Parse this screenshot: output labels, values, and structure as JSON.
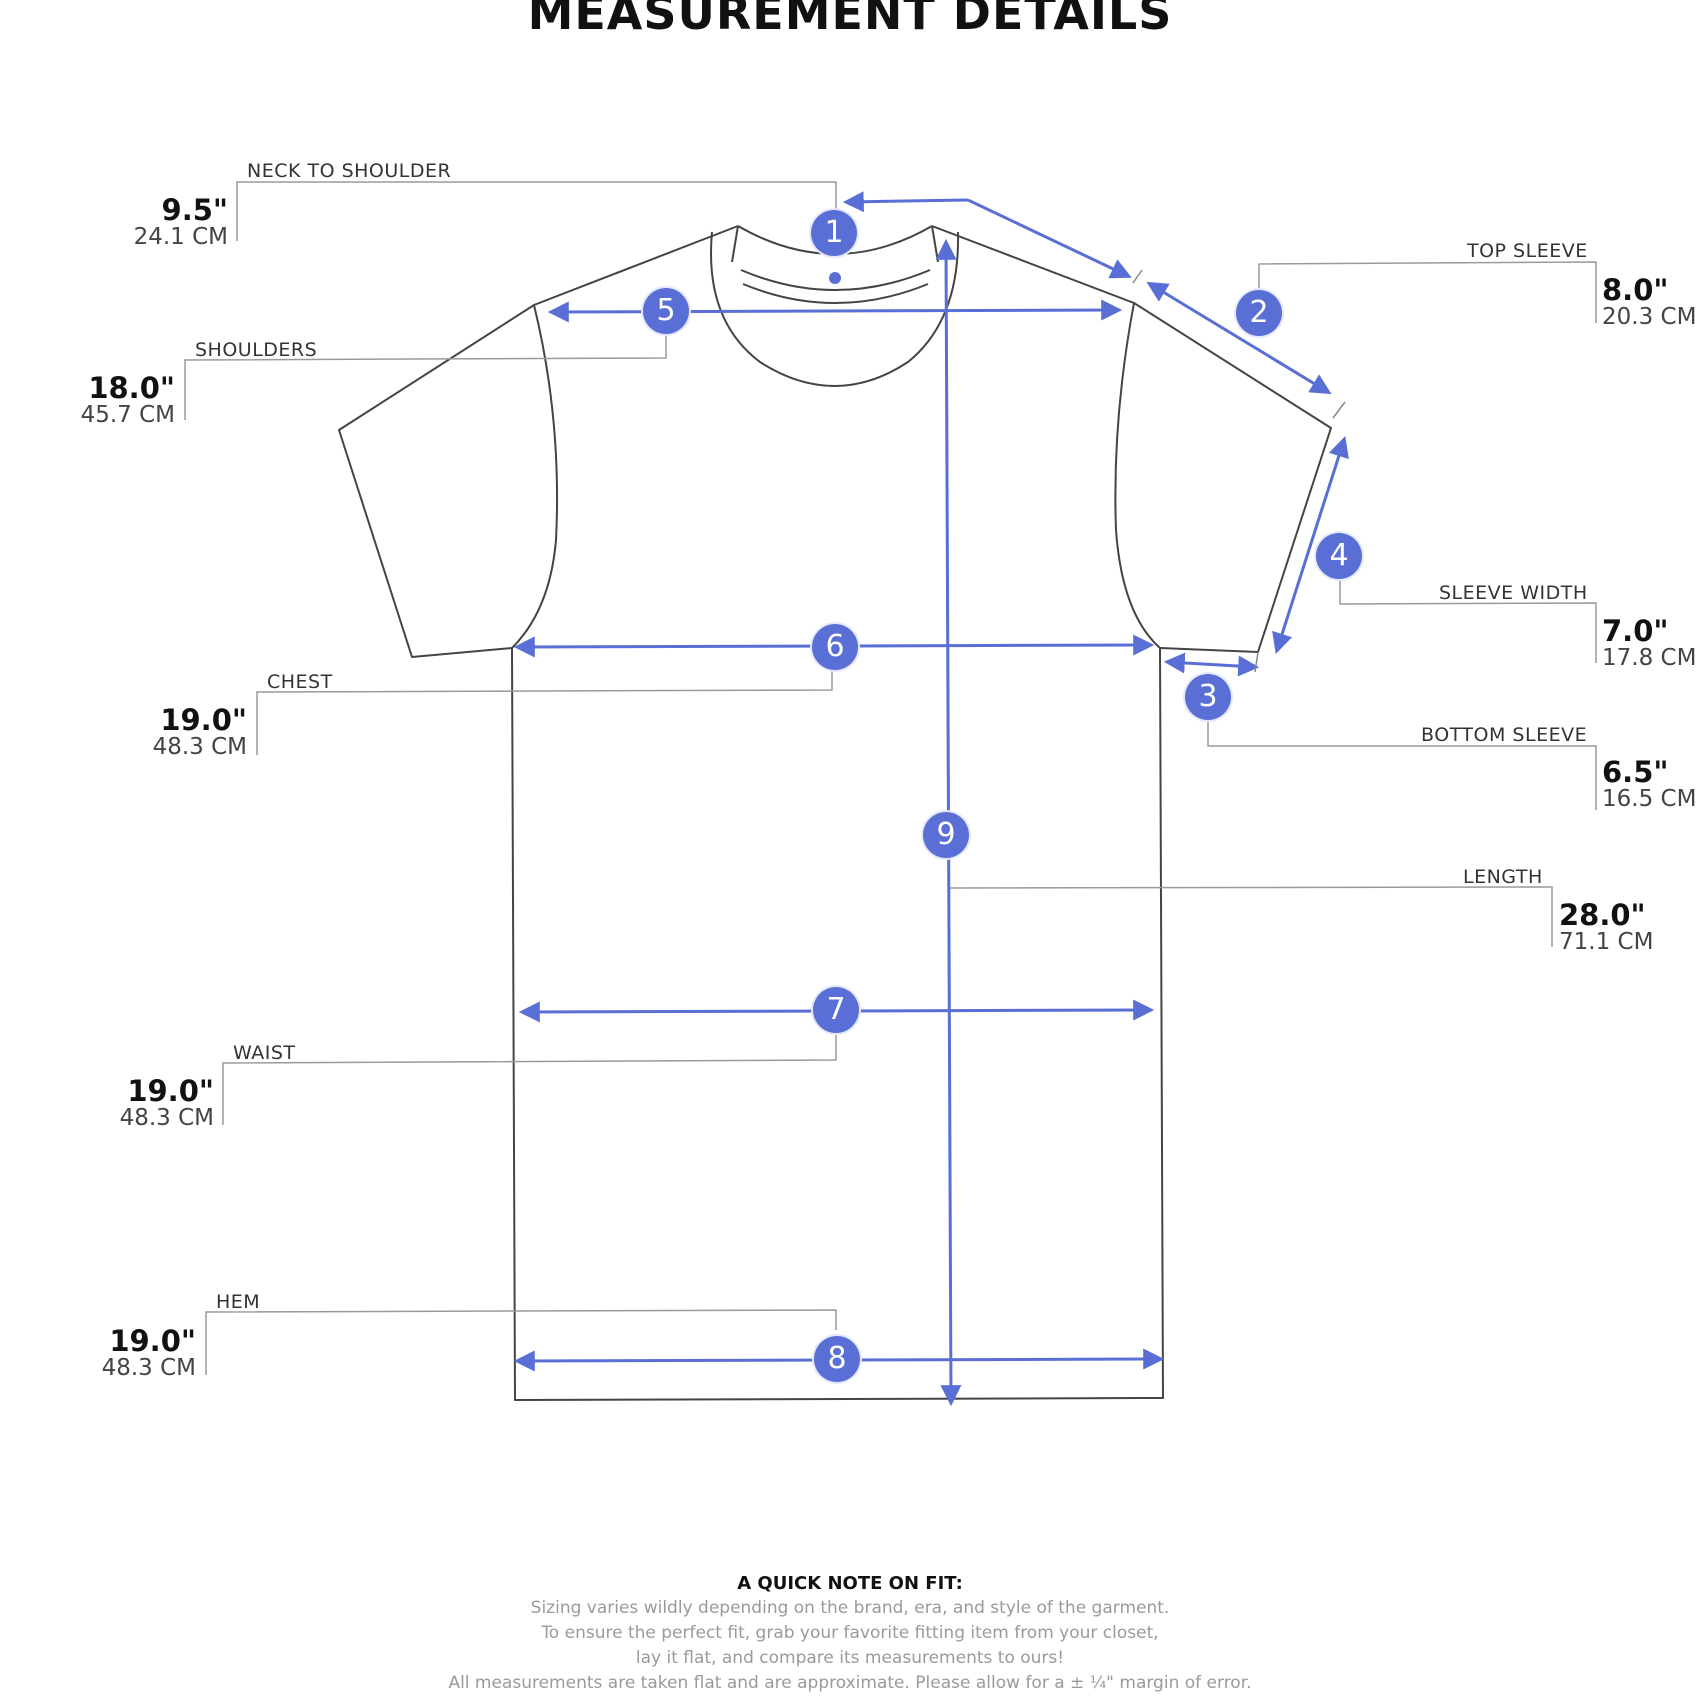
{
  "title": "MEASUREMENT DETAILS",
  "colors": {
    "accent": "#5a6fd6",
    "outline": "#444444",
    "leader": "#9a9a9a"
  },
  "measurements": [
    {
      "id": "neck",
      "number": "1",
      "label": "NECK TO SHOULDER",
      "inches": "9.5\"",
      "cm": "24.1 CM"
    },
    {
      "id": "top_sleeve",
      "number": "2",
      "label": "TOP SLEEVE",
      "inches": "8.0\"",
      "cm": "20.3 CM"
    },
    {
      "id": "bottom_sleeve",
      "number": "3",
      "label": "BOTTOM SLEEVE",
      "inches": "6.5\"",
      "cm": "16.5 CM"
    },
    {
      "id": "sleeve_width",
      "number": "4",
      "label": "SLEEVE WIDTH",
      "inches": "7.0\"",
      "cm": "17.8 CM"
    },
    {
      "id": "shoulders",
      "number": "5",
      "label": "SHOULDERS",
      "inches": "18.0\"",
      "cm": "45.7 CM"
    },
    {
      "id": "chest",
      "number": "6",
      "label": "CHEST",
      "inches": "19.0\"",
      "cm": "48.3 CM"
    },
    {
      "id": "waist",
      "number": "7",
      "label": "WAIST",
      "inches": "19.0\"",
      "cm": "48.3 CM"
    },
    {
      "id": "hem",
      "number": "8",
      "label": "HEM",
      "inches": "19.0\"",
      "cm": "48.3 CM"
    },
    {
      "id": "length",
      "number": "9",
      "label": "LENGTH",
      "inches": "28.0\"",
      "cm": "71.1 CM"
    }
  ],
  "note": {
    "title": "A QUICK NOTE ON FIT:",
    "lines": [
      "Sizing varies wildly depending on the brand, era, and style of the garment.",
      "To ensure the perfect fit, grab your favorite fitting item from your closet,",
      "lay it flat, and compare its measurements to ours!",
      "All measurements are taken flat and are approximate. Please allow for a ± ¼\" margin of error."
    ]
  }
}
